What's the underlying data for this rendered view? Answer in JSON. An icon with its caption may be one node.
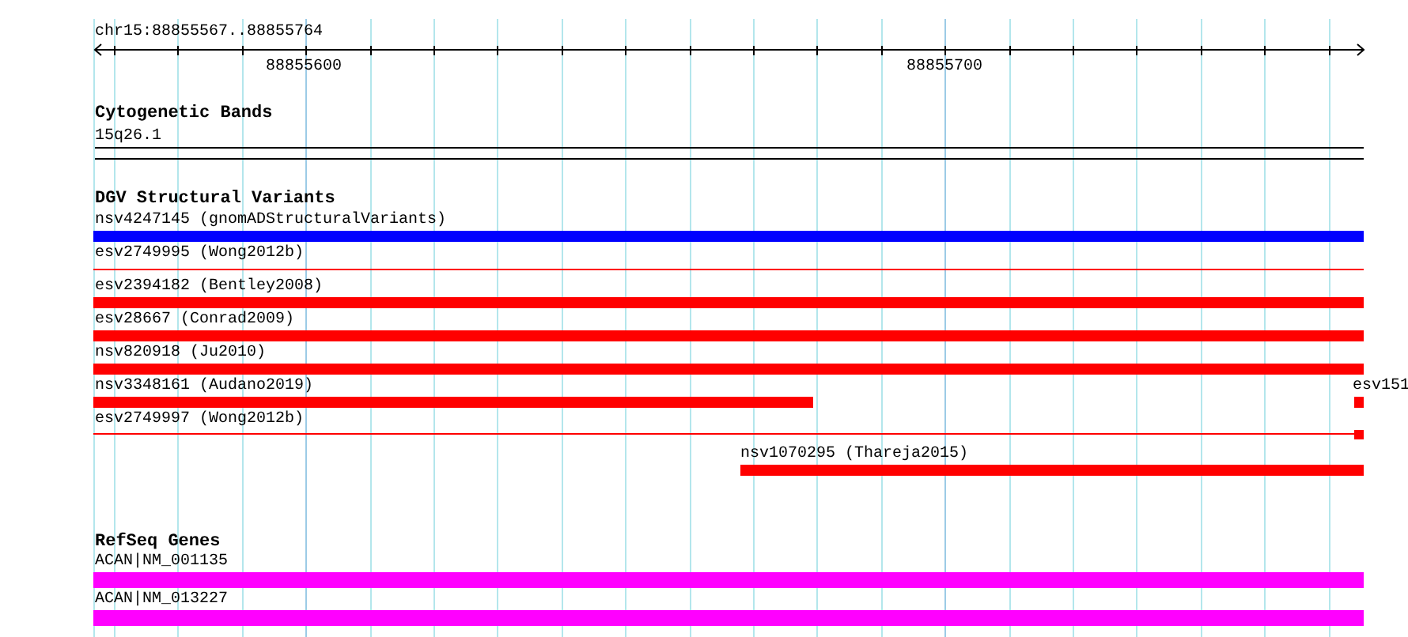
{
  "diagram": {
    "nodes": [
      {
        "text": [
          "15q26.1"
        ]
      },
      {
        "text": [
          "nsv4247145 (gnomADStructuralVariants)"
        ]
      },
      {
        "text": [
          "esv2749995 (Wong2012b)"
        ]
      },
      {
        "text": [
          "esv2394182 (Bentley2008)"
        ]
      },
      {
        "text": [
          "esv28667 (Conrad2009)"
        ]
      },
      {
        "text": [
          "nsv820918 (Ju2010)"
        ]
      },
      {
        "text": [
          "nsv3348161 (Audano2019)"
        ]
      },
      {
        "text": [
          "esv151"
        ]
      },
      {
        "text": [
          "esv2749997 (Wong2012b)"
        ]
      },
      {
        "text": [
          "nsv1070295 (Thareja2015)"
        ]
      },
      {
        "text": [
          "ACAN|NM_001135"
        ]
      },
      {
        "text": [
          "ACAN|NM_013227"
        ]
      }
    ],
    "edges": [],
    "labels": [
      "chr15:88855567..88855764",
      "88855600",
      "88855700",
      "Cytogenetic Bands",
      "DGV Structural Variants",
      "RefSeq Genes"
    ]
  }
}
